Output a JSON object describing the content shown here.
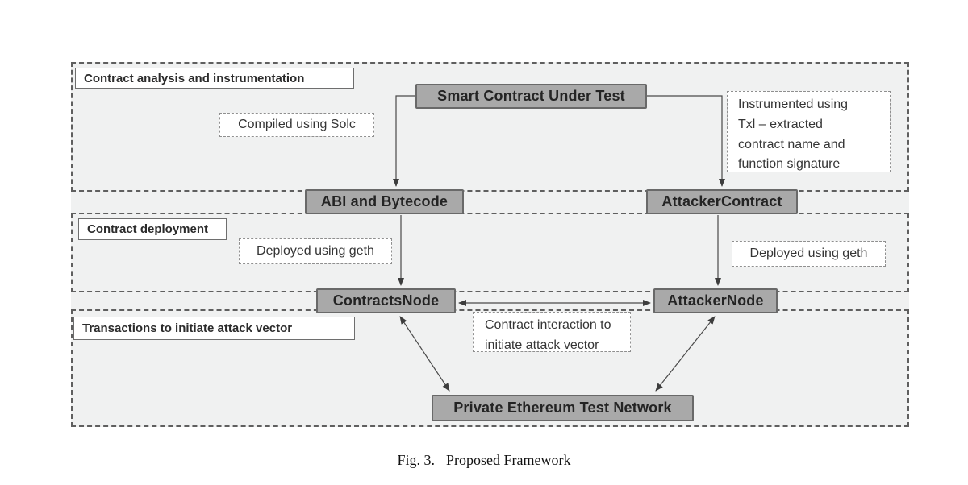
{
  "figure_caption": {
    "label": "Fig. 3.",
    "title": "Proposed Framework"
  },
  "sections": {
    "analysis": {
      "label": "Contract analysis and instrumentation"
    },
    "deployment": {
      "label": "Contract deployment"
    },
    "transactions": {
      "label": "Transactions to initiate attack vector"
    }
  },
  "nodes": {
    "smart_contract": {
      "label": "Smart Contract Under Test"
    },
    "abi_bytecode": {
      "label": "ABI and Bytecode"
    },
    "attacker_contract": {
      "label": "AttackerContract"
    },
    "contracts_node": {
      "label": "ContractsNode"
    },
    "attacker_node": {
      "label": "AttackerNode"
    },
    "test_network": {
      "label": "Private Ethereum Test Network"
    }
  },
  "annotations": {
    "compiled_solc": {
      "text": "Compiled using Solc"
    },
    "instrumented_txl": {
      "text": "Instrumented using Txl – extracted contract name and function signature"
    },
    "deployed_geth_left": {
      "text": "Deployed using geth"
    },
    "deployed_geth_right": {
      "text": "Deployed using geth"
    },
    "contract_interaction": {
      "text": "Contract interaction to initiate attack vector"
    }
  },
  "edges": [
    {
      "from": "smart_contract",
      "to": "abi_bytecode",
      "type": "directed"
    },
    {
      "from": "smart_contract",
      "to": "attacker_contract",
      "type": "directed"
    },
    {
      "from": "abi_bytecode",
      "to": "contracts_node",
      "type": "directed"
    },
    {
      "from": "attacker_contract",
      "to": "attacker_node",
      "type": "directed"
    },
    {
      "from": "contracts_node",
      "to": "attacker_node",
      "type": "bidirectional"
    },
    {
      "from": "contracts_node",
      "to": "test_network",
      "type": "bidirectional"
    },
    {
      "from": "attacker_node",
      "to": "test_network",
      "type": "bidirectional"
    }
  ],
  "colors": {
    "node_fill": "#a9a9a9",
    "node_border": "#696969",
    "section_bg": "#f0f1f1",
    "section_border": "#5f5f5f",
    "annotation_border": "#8f8f8f",
    "arrow": "#4a4a4a",
    "page_bg": "#ffffff"
  }
}
